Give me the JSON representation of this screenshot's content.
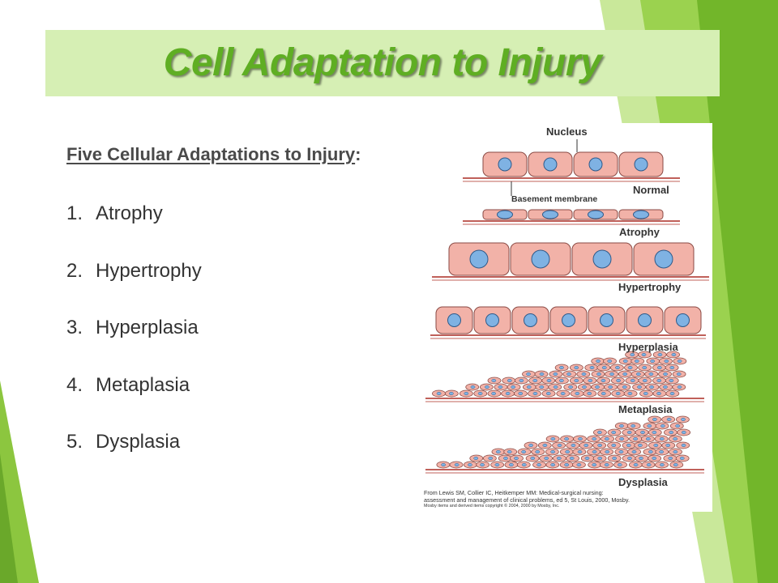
{
  "slide": {
    "title": "Cell Adaptation to Injury",
    "subtitle": "Five Cellular Adaptations to Injury",
    "subtitle_colon": ":",
    "adaptations": [
      {
        "num": "1.",
        "label": "Atrophy"
      },
      {
        "num": "2.",
        "label": "Hypertrophy"
      },
      {
        "num": "3.",
        "label": "Hyperplasia"
      },
      {
        "num": "4.",
        "label": "Metaplasia"
      },
      {
        "num": "5.",
        "label": "Dysplasia"
      }
    ]
  },
  "figure": {
    "labels": {
      "nucleus": "Nucleus",
      "normal": "Normal",
      "basement_membrane": "Basement membrane",
      "atrophy": "Atrophy",
      "hypertrophy": "Hypertrophy",
      "hyperplasia": "Hyperplasia",
      "metaplasia": "Metaplasia",
      "dysplasia": "Dysplasia"
    },
    "caption_line1": "From Lewis SM, Collier IC, Heitkemper MM: Medical-surgical nursing:",
    "caption_line2": "assessment and management of clinical problems, ed 5, St Louis, 2000, Mosby.",
    "caption_line3": "Mosby items and derived items copyright © 2004, 2000 by Mosby, Inc."
  },
  "colors": {
    "title_green": "#5fae23",
    "title_bar": "#d6efb4",
    "cell_fill": "#f2b2a8",
    "nucleus_fill": "#7fb2e3",
    "membrane": "#c0605a",
    "accent_green": "#8cc63f"
  }
}
